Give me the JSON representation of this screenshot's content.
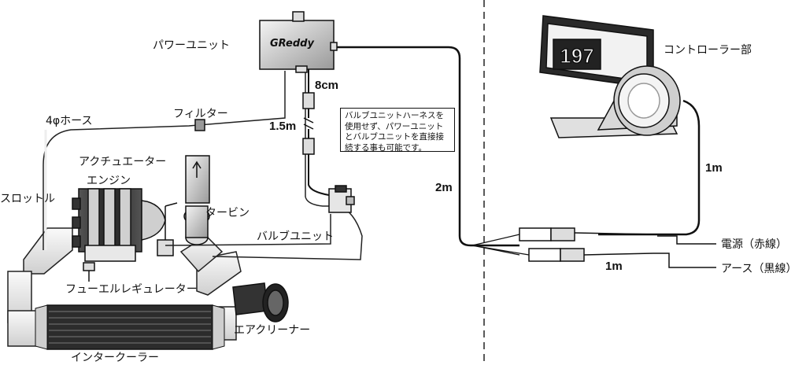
{
  "labels": {
    "power_unit": "パワーユニット",
    "brand_logo": "GReddy",
    "hose": "4φホース",
    "filter": "フィルター",
    "actuator": "アクチュエーター",
    "engine": "エンジン",
    "throttle": "スロットル",
    "turbine": "タービン",
    "valve_unit": "バルブユニット",
    "fuel_regulator": "フューエルレギュレーター",
    "air_cleaner": "エアクリーナー",
    "intercooler": "インタークーラー",
    "controller": "コントローラー部",
    "power_red": "電源（赤線）",
    "earth_black": "アース（黒線）"
  },
  "lengths": {
    "len_8cm": "8cm",
    "len_1_5m": "1.5m",
    "len_2m": "2m",
    "len_1m_controller": "1m",
    "len_1m_power": "1m"
  },
  "note": {
    "lines": [
      "バルブユニットハーネスを",
      "使用せず、パワーユニット",
      "とバルブユニットを直接接",
      "続する事も可能です。"
    ]
  },
  "controller_display": {
    "value": "197"
  }
}
